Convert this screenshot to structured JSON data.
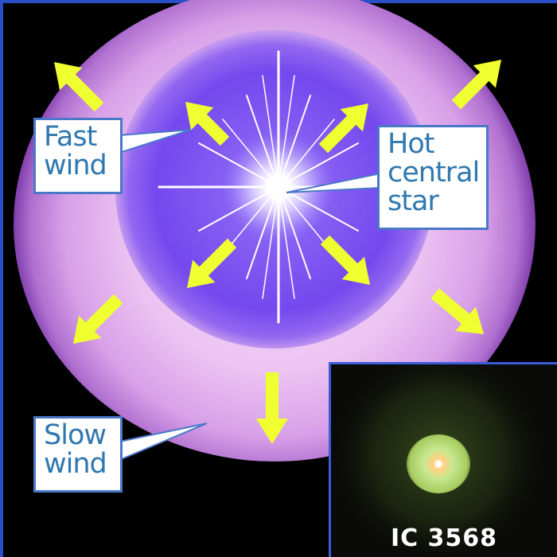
{
  "labels": {
    "fast_wind": [
      "Fast",
      "wind"
    ],
    "hot_star": [
      "Hot",
      "central",
      "star"
    ],
    "slow_wind": [
      "Slow",
      "wind"
    ]
  },
  "inset": {
    "caption": "IC 3568"
  },
  "colors": {
    "background": "#000000",
    "outer_halo": "#e8b8f0",
    "inner_shell": "#7a4ef0",
    "arrow": "#f0ff30",
    "callout_text": "#2f78b0",
    "callout_border": "#4a78c8",
    "frame": "#3a5cd8"
  },
  "icons": [
    "outward-arrow-icon",
    "star-flare-icon"
  ]
}
